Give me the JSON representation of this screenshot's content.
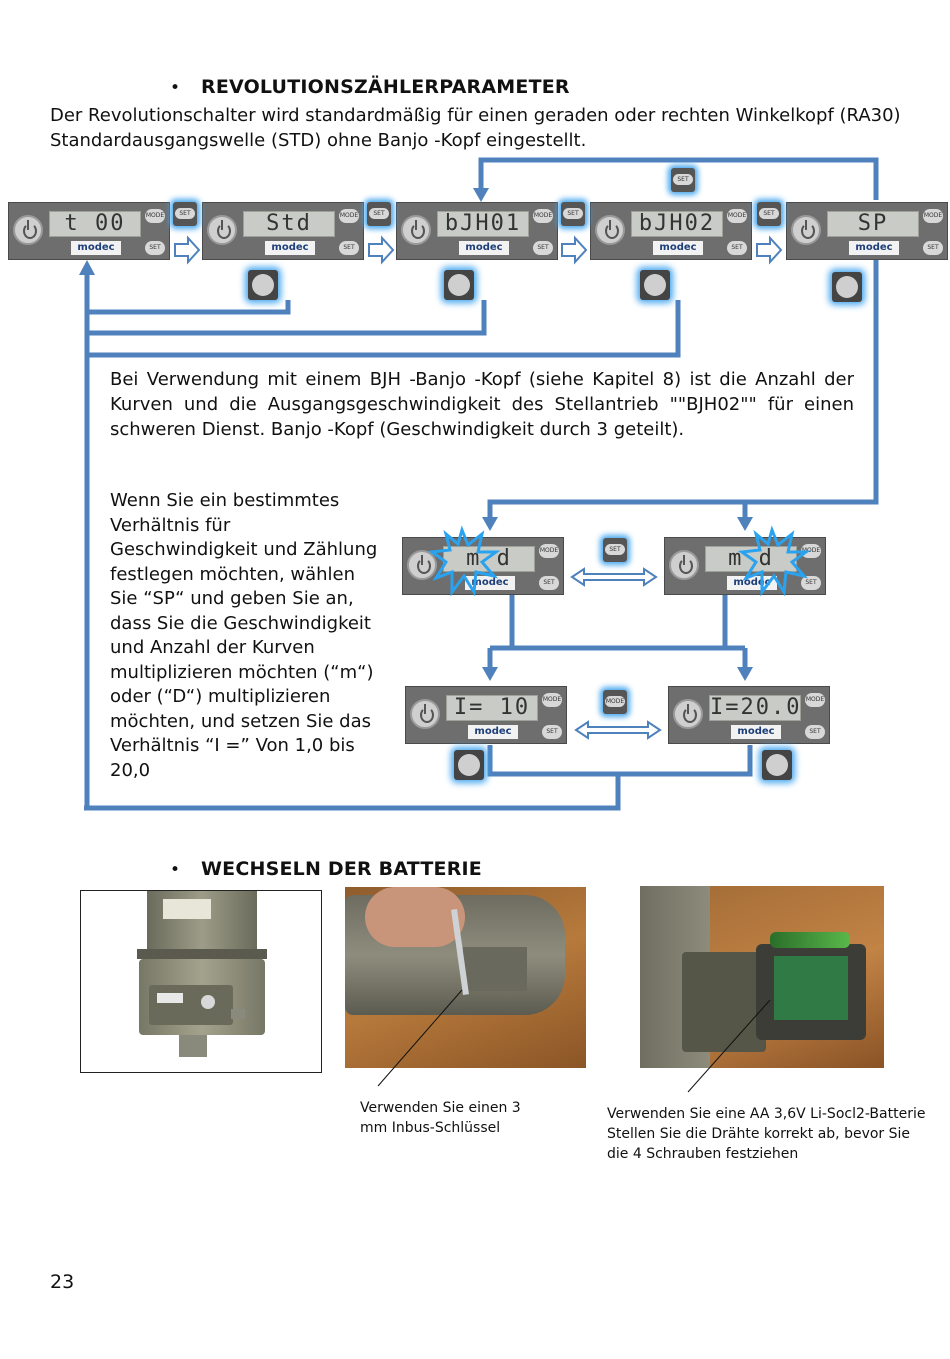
{
  "section1": {
    "heading": "REVOLUTIONSZÄHLERPARAMETER",
    "intro_line1": "Der Revolutionschalter wird standardmäßig für einen geraden oder rechten Winkelkopf (RA30)",
    "intro_line2": "Standardausgangswelle (STD) ohne Banjo -Kopf eingestellt."
  },
  "panels_top": [
    {
      "display": "t  00"
    },
    {
      "display": "Std"
    },
    {
      "display": "bJH01"
    },
    {
      "display": "bJH02"
    },
    {
      "display": "SP"
    }
  ],
  "panels_mid": [
    {
      "display": "m  d"
    },
    {
      "display": "m  d"
    }
  ],
  "panels_bottom": [
    {
      "display": "I=  10"
    },
    {
      "display": "I=20.0"
    }
  ],
  "panel_labels": {
    "logo": "modec",
    "mode": "MODE",
    "set": "SET"
  },
  "bjh_paragraph": {
    "line1": "Bei Verwendung mit einem BJH -Banjo -Kopf (siehe Kapitel 8) ist die Anzahl der",
    "line2": "Kurven und die Ausgangsgeschwindigkeit des Stellantrieb \"\"BJH02\"\" für einen",
    "line3": "schweren Dienst. Banjo -Kopf (Geschwindigkeit durch 3 geteilt)."
  },
  "sp_paragraph": {
    "lines": [
      "Wenn Sie ein bestimmtes",
      "Verhältnis für",
      "Geschwindigkeit und Zählung",
      "festlegen möchten, wählen",
      "Sie “SP“ und geben Sie an,",
      "dass Sie die Geschwindigkeit",
      "und Anzahl der Kurven",
      "multiplizieren möchten (“m“)",
      "oder (“D“) multiplizieren",
      "möchten, und setzen Sie das",
      "Verhältnis  “I =” Von 1,0 bis",
      "20,0"
    ]
  },
  "section2": {
    "heading": "WECHSELN DER BATTERIE"
  },
  "captions": {
    "caption1_line1": "Verwenden   Sie   einen   3",
    "caption1_line2": "mm Inbus-Schlüssel",
    "caption2_line1": "Verwenden Sie eine AA 3,6V Li-Socl2-Batterie",
    "caption2_line2": "Stellen Sie die Drähte korrekt ab, bevor Sie",
    "caption2_line3": "die 4 Schrauben festziehen"
  },
  "page_number": "23",
  "colors": {
    "arrow_blue": "#4f81bd",
    "glow_blue": "#49a8f0"
  }
}
